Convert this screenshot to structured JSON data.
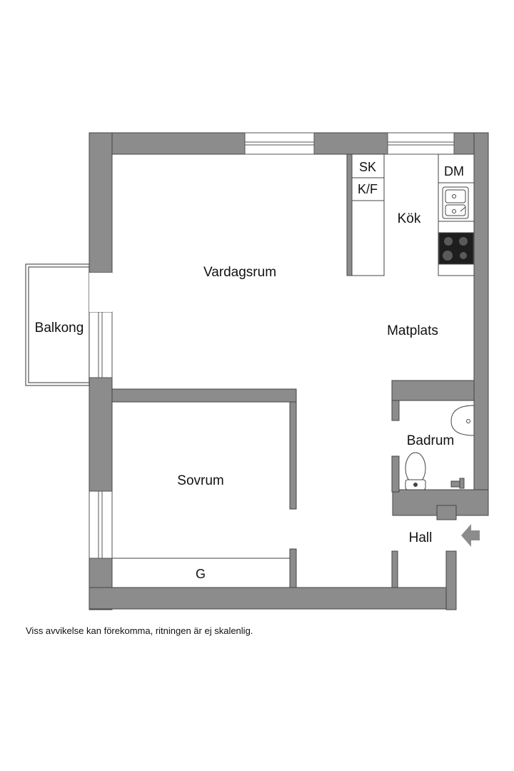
{
  "colors": {
    "wall": "#8c8c8c",
    "line": "#444444",
    "background": "#ffffff",
    "text": "#111111"
  },
  "rooms": {
    "vardagsrum": "Vardagsrum",
    "kok": "Kök",
    "matplats": "Matplats",
    "balkong": "Balkong",
    "badrum": "Badrum",
    "sovrum": "Sovrum",
    "hall": "Hall"
  },
  "fixtures": {
    "sk": "SK",
    "kf": "K/F",
    "dm": "DM",
    "g": "G"
  },
  "icons": [
    "sink-icon",
    "stove-icon",
    "washbasin-icon",
    "toilet-icon",
    "faucet-icon",
    "entrance-arrow-icon"
  ],
  "disclaimer": "Viss avvikelse kan förekomma, ritningen är ej skalenlig."
}
